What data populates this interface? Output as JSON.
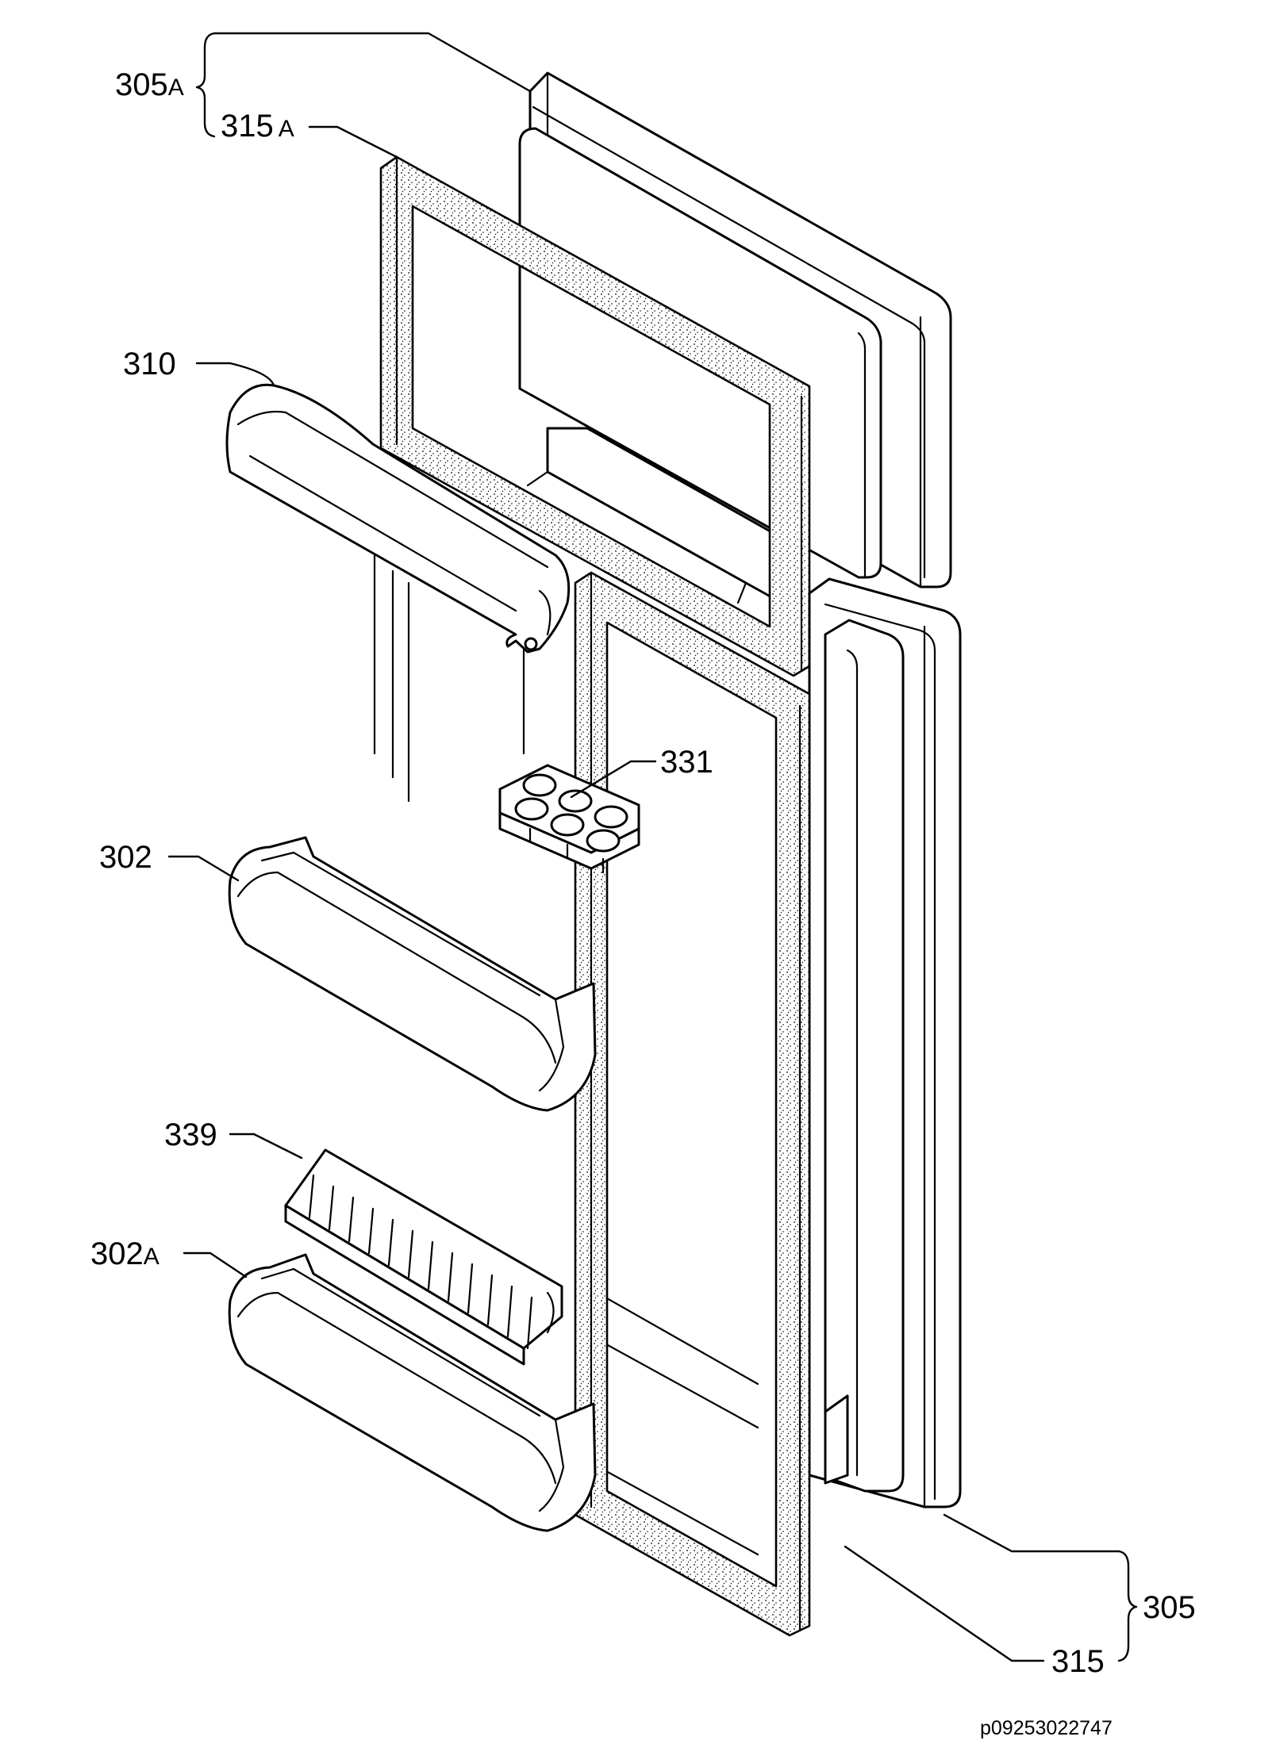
{
  "labels": {
    "p305A": {
      "num": "305",
      "suffix": "A"
    },
    "p315A": {
      "num": "315",
      "suffix": "A"
    },
    "p310": {
      "num": "310"
    },
    "p331": {
      "num": "331"
    },
    "p302": {
      "num": "302"
    },
    "p339": {
      "num": "339"
    },
    "p302A": {
      "num": "302",
      "suffix": "A"
    },
    "p305": {
      "num": "305"
    },
    "p315": {
      "num": "315"
    }
  },
  "image_code": "p09253022747",
  "colors": {
    "line": "#000000",
    "background": "#ffffff"
  }
}
